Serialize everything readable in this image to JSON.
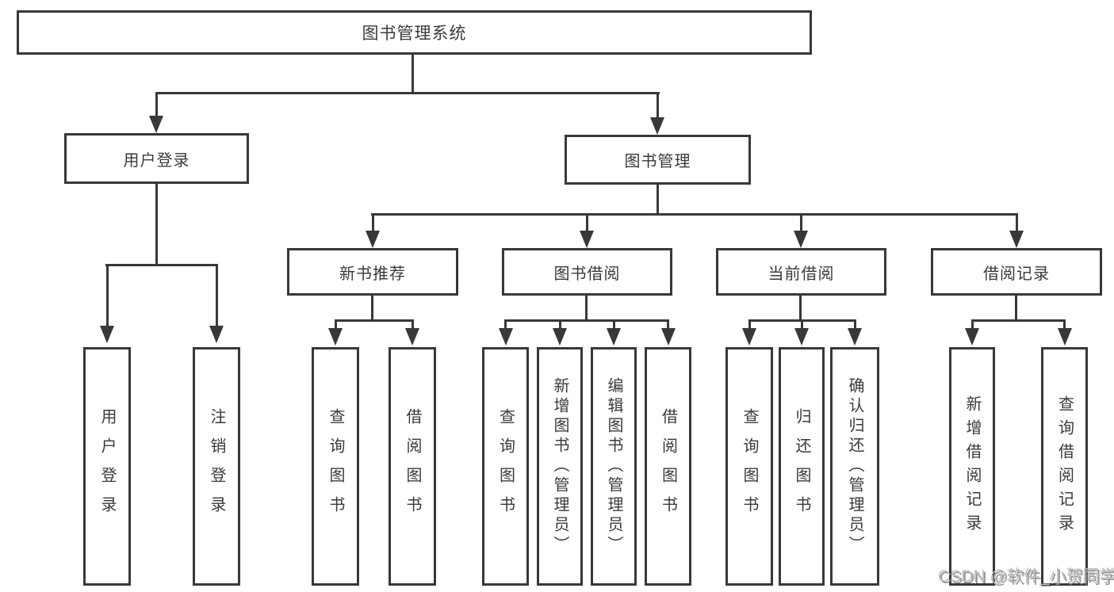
{
  "diagram": {
    "type": "tree-functional-structure",
    "background": "#ffffff",
    "line_color": "#383838",
    "text_color": "#3a3a3a",
    "watermark": {
      "text": "CSDN @软件_小贺同学",
      "color": "#bdbdbd"
    },
    "nodes": {
      "root": {
        "label": "图书管理系统"
      },
      "user_login": {
        "label": "用户登录"
      },
      "book_mgmt": {
        "label": "图书管理"
      },
      "new_book_rec": {
        "label": "新书推荐"
      },
      "book_borrow": {
        "label": "图书借阅"
      },
      "current_borrow": {
        "label": "当前借阅"
      },
      "borrow_records": {
        "label": "借阅记录"
      },
      "leaf_user_login": {
        "label": "用户登录"
      },
      "leaf_logout": {
        "label": "注销登录"
      },
      "leaf_newbook_query": {
        "label": "查询图书"
      },
      "leaf_newbook_borrow": {
        "label": "借阅图书"
      },
      "leaf_borrow_query": {
        "label": "查询图书"
      },
      "leaf_borrow_add": {
        "label": "新增图书（管理员）"
      },
      "leaf_borrow_edit": {
        "label": "编辑图书（管理员）"
      },
      "leaf_borrow_borrow": {
        "label": "借阅图书"
      },
      "leaf_current_query": {
        "label": "查询图书"
      },
      "leaf_current_return": {
        "label": "归还图书"
      },
      "leaf_current_confirm": {
        "label": "确认归还（管理员）"
      },
      "leaf_records_add": {
        "label": "新增借阅记录"
      },
      "leaf_records_query": {
        "label": "查询借阅记录"
      }
    },
    "hierarchy": {
      "图书管理系统": {
        "用户登录": [
          "用户登录",
          "注销登录"
        ],
        "图书管理": {
          "新书推荐": [
            "查询图书",
            "借阅图书"
          ],
          "图书借阅": [
            "查询图书",
            "新增图书（管理员）",
            "编辑图书（管理员）",
            "借阅图书"
          ],
          "当前借阅": [
            "查询图书",
            "归还图书",
            "确认归还（管理员）"
          ],
          "借阅记录": [
            "新增借阅记录",
            "查询借阅记录"
          ]
        }
      }
    }
  }
}
